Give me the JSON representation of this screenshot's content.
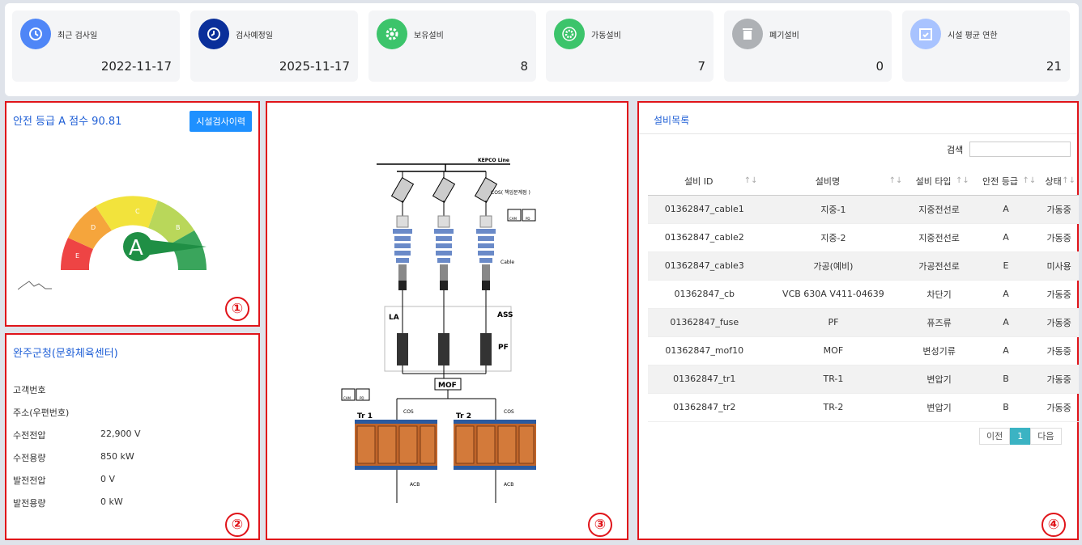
{
  "summary": [
    {
      "label": "최근 검사일",
      "value": "2022-11-17",
      "color": "#4f86f7",
      "icon": "clock-icon"
    },
    {
      "label": "검사예정일",
      "value": "2025-11-17",
      "color": "#0a2f9a",
      "icon": "clock-icon"
    },
    {
      "label": "보유설비",
      "value": "8",
      "color": "#3cc46b",
      "icon": "gear-icon"
    },
    {
      "label": "가동설비",
      "value": "7",
      "color": "#3cc46b",
      "icon": "gear-cycle-icon"
    },
    {
      "label": "폐기설비",
      "value": "0",
      "color": "#aeb1b5",
      "icon": "trash-icon"
    },
    {
      "label": "시설 평균 연한",
      "value": "21",
      "color": "#a8c3ff",
      "icon": "calendar-check-icon"
    }
  ],
  "safety": {
    "title": "안전 등급 A 점수 90.81",
    "button": "시설검사이력",
    "grade": "A",
    "labels": [
      "E",
      "D",
      "C",
      "B",
      "A"
    ],
    "colors": [
      "#ee4444",
      "#f5a53c",
      "#f2e33c",
      "#b9d75a",
      "#3aa55c"
    ]
  },
  "facility": {
    "name": "완주군청(문화체육센터)",
    "rows": [
      {
        "label": "고객번호",
        "value": ""
      },
      {
        "label": "주소(우편번호)",
        "value": ""
      },
      {
        "label": "수전전압",
        "value": "22,900 V"
      },
      {
        "label": "수전용량",
        "value": "850 kW"
      },
      {
        "label": "발전전압",
        "value": "0 V"
      },
      {
        "label": "발전용량",
        "value": "0 kW"
      }
    ]
  },
  "diagram": {
    "kepco": "KEPCO Line",
    "cos_label": "COS( 책임분계점 )",
    "cable": "Cable",
    "la": "LA",
    "ass": "ASS",
    "pf": "PF",
    "mof": "MOF",
    "tr1": "Tr 1",
    "tr2": "Tr 2",
    "cos": "COS",
    "acb": "ACB",
    "cam": "CAM",
    "pd": "PD"
  },
  "equipment": {
    "title": "설비목록",
    "search_label": "검색",
    "search_value": "",
    "columns": [
      "설비 ID",
      "설비명",
      "설비 타입",
      "안전 등급",
      "상태"
    ],
    "rows": [
      [
        "01362847_cable1",
        "지중-1",
        "지중전선로",
        "A",
        "가동중"
      ],
      [
        "01362847_cable2",
        "지중-2",
        "지중전선로",
        "A",
        "가동중"
      ],
      [
        "01362847_cable3",
        "가공(예비)",
        "가공전선로",
        "E",
        "미사용"
      ],
      [
        "01362847_cb",
        "VCB 630A V411-04639",
        "차단기",
        "A",
        "가동중"
      ],
      [
        "01362847_fuse",
        "PF",
        "퓨즈류",
        "A",
        "가동중"
      ],
      [
        "01362847_mof10",
        "MOF",
        "변성기류",
        "A",
        "가동중"
      ],
      [
        "01362847_tr1",
        "TR-1",
        "변압기",
        "B",
        "가동중"
      ],
      [
        "01362847_tr2",
        "TR-2",
        "변압기",
        "B",
        "가동중"
      ]
    ],
    "pager": {
      "prev": "이전",
      "page": "1",
      "next": "다음"
    }
  },
  "markers": [
    "①",
    "②",
    "③",
    "④"
  ]
}
